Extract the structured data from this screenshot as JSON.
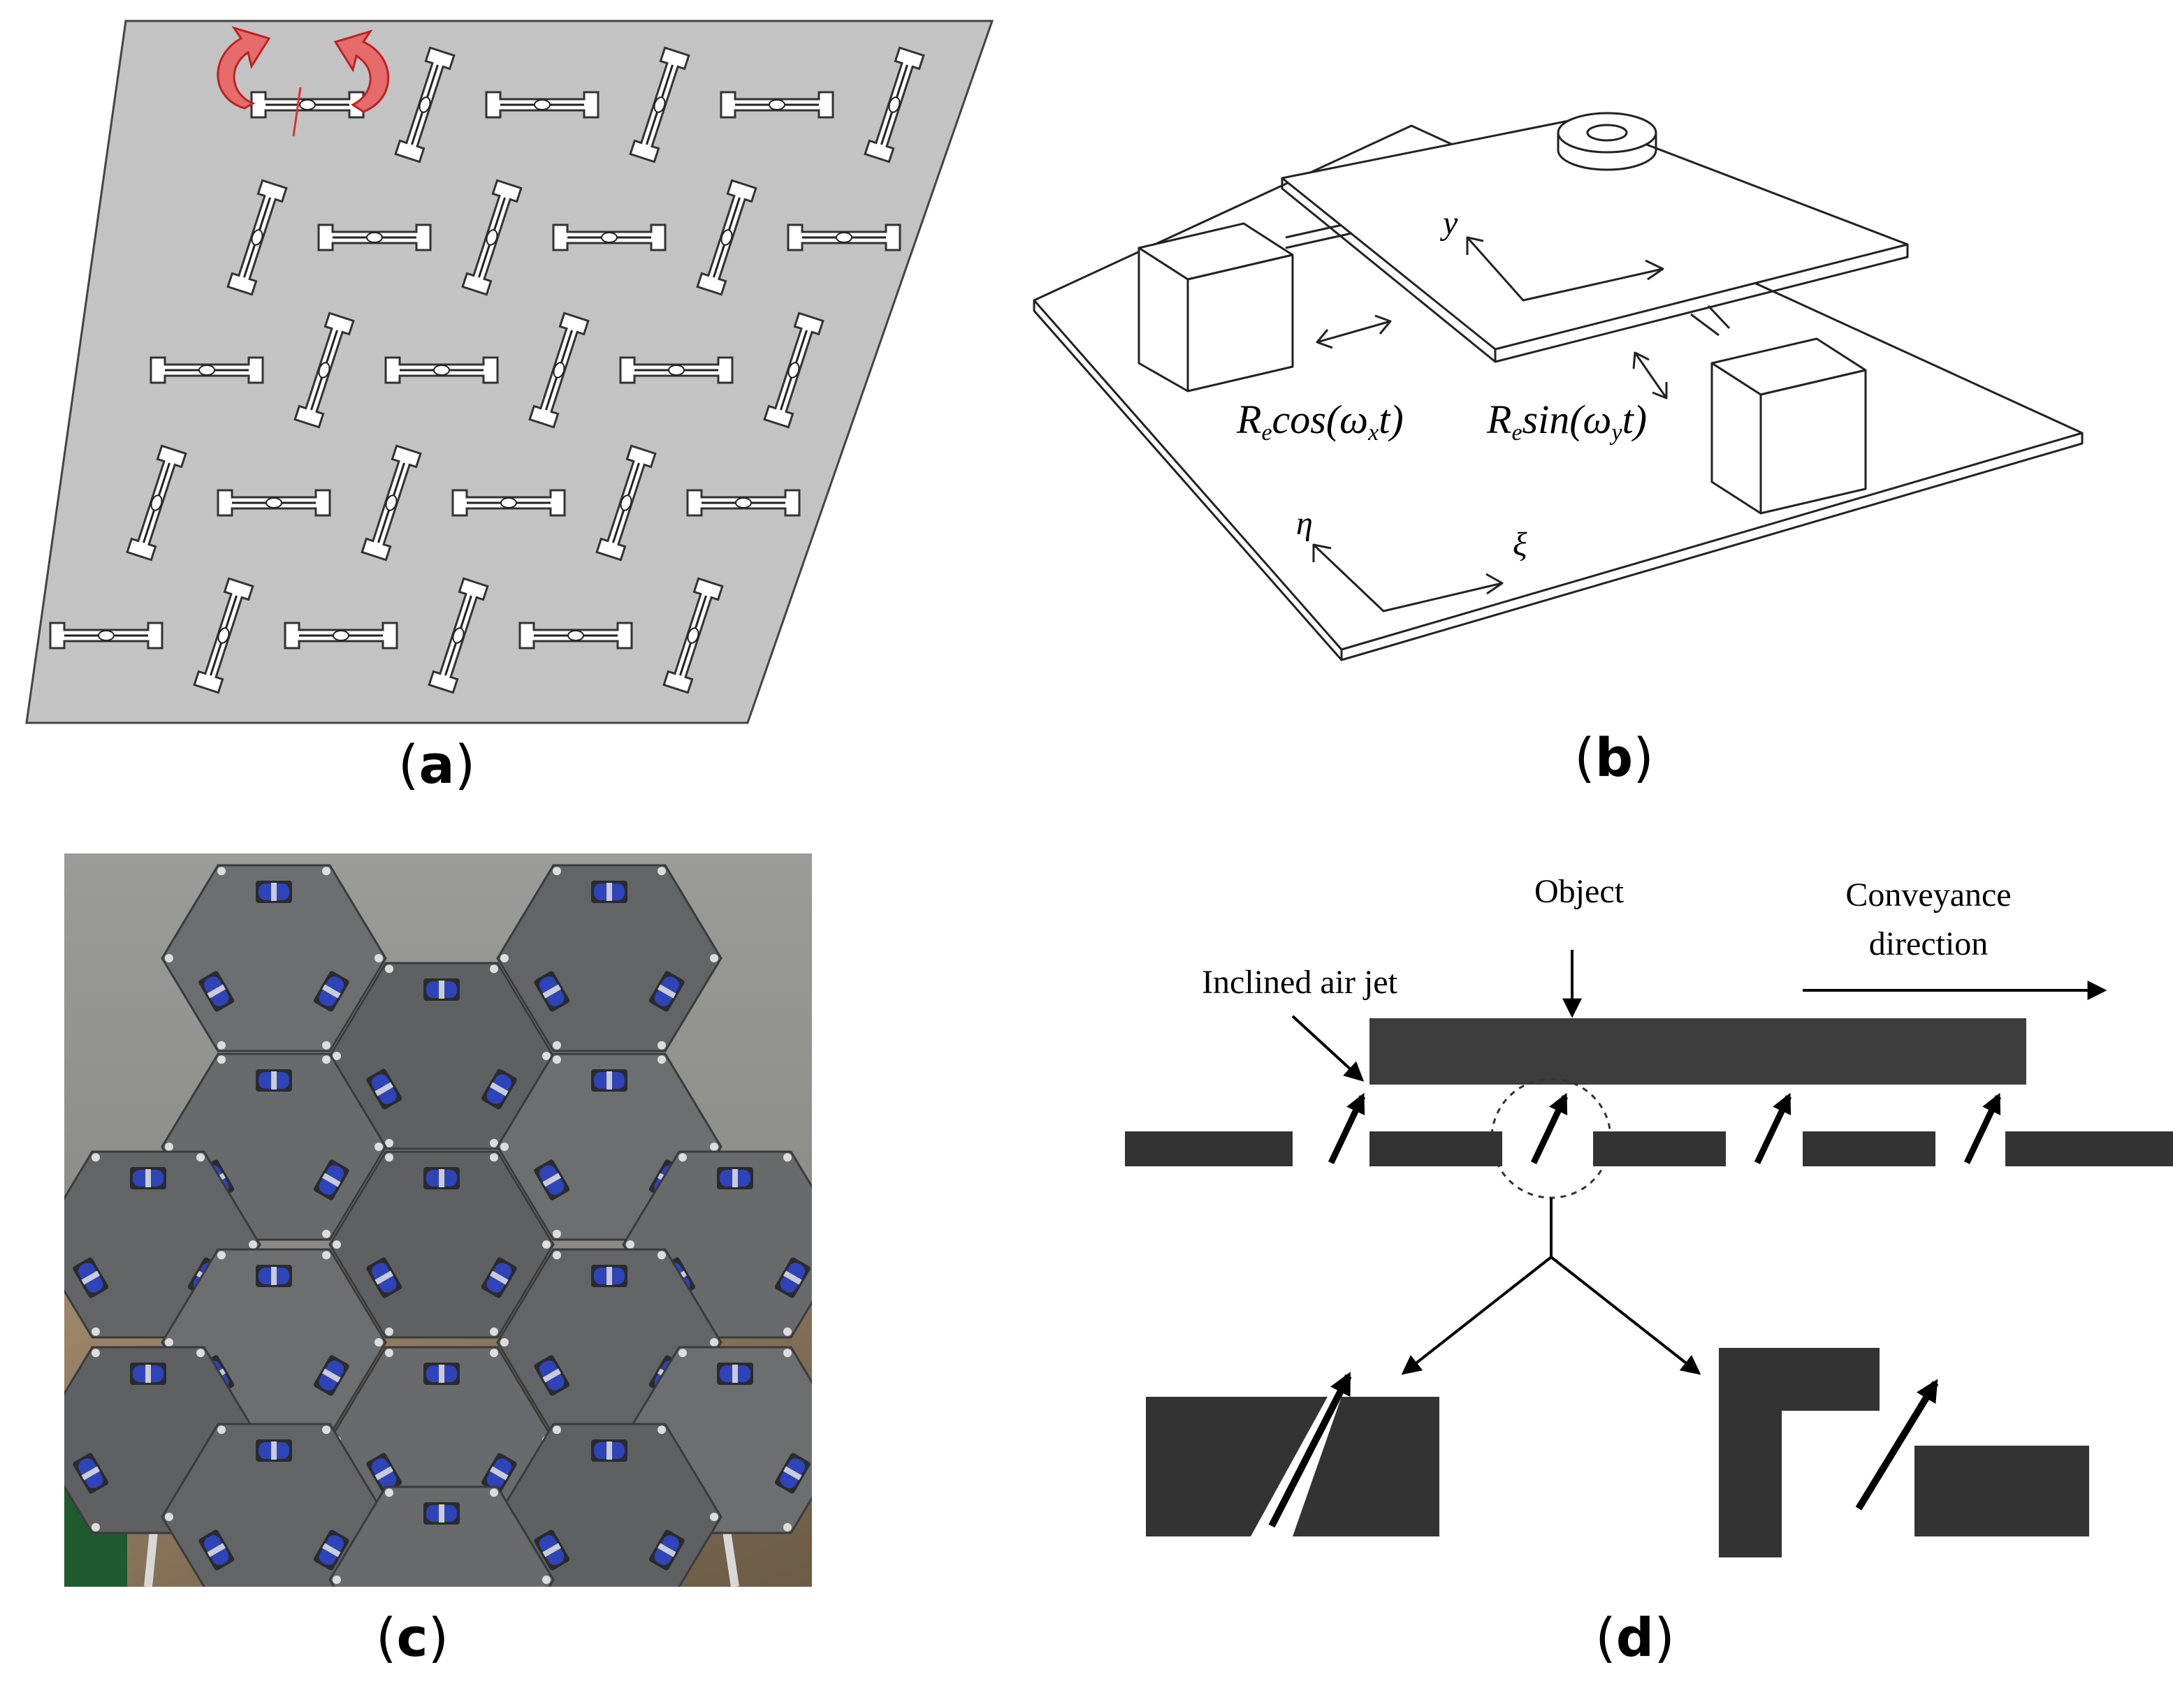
{
  "panels": {
    "a": {
      "label_open": "(",
      "letter": "a",
      "label_close": ")"
    },
    "b": {
      "label_open": "(",
      "letter": "b",
      "label_close": ")",
      "eq_cos_R": "R",
      "eq_cos_sub": "e",
      "eq_cos_rest_a": "cos(ω",
      "eq_cos_sub2": "x",
      "eq_cos_rest_b": "t)",
      "eq_sin_R": "R",
      "eq_sin_sub": "e",
      "eq_sin_rest_a": "sin(ω",
      "eq_sin_sub2": "y",
      "eq_sin_rest_b": "t)",
      "axis_y": "y",
      "axis_eta": "η",
      "axis_xi": "ξ"
    },
    "c": {
      "label_open": "(",
      "letter": "c",
      "label_close": ")"
    },
    "d": {
      "label_open": "(",
      "letter": "d",
      "label_close": ")",
      "object_label": "Object",
      "jet_label": "Inclined air jet",
      "conveyance_line1": "Conveyance",
      "conveyance_line2": "direction"
    }
  },
  "colors": {
    "plate": "#c3c3c3",
    "dark": "#3a3a3a",
    "rotate_arrow": "#e06060",
    "roller_blue": "#2a3fb0",
    "photo_bg": "#5a5c5e"
  }
}
